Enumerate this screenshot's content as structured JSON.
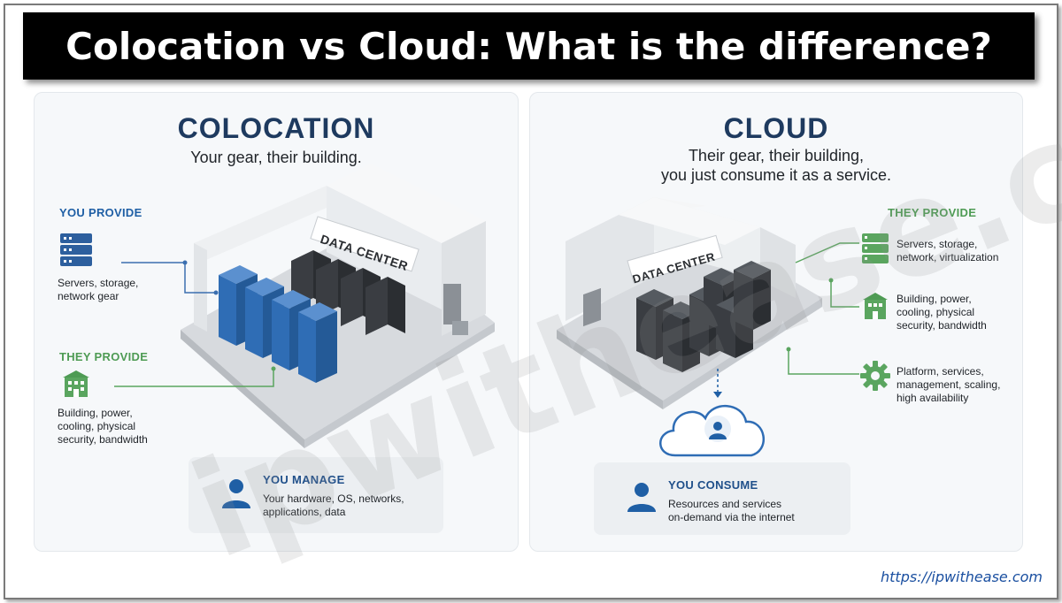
{
  "title": "Colocation vs Cloud: What is the difference?",
  "watermark": "ipwithease.com",
  "footer_url": "https://ipwithease.com",
  "colors": {
    "title_bg": "#000000",
    "heading_blue": "#1e3a5f",
    "accent_blue": "#1f5fa5",
    "accent_green": "#4e9b54",
    "rack_blue": "#2f6db5",
    "rack_dark": "#3a3d42"
  },
  "colocation": {
    "heading": "COLOCATION",
    "subtitle": "Your gear, their building.",
    "building_sign": "DATA CENTER",
    "you_provide": {
      "label": "YOU PROVIDE",
      "icon": "server-stack-icon",
      "text_line1": "Servers, storage,",
      "text_line2": "network gear"
    },
    "they_provide": {
      "label": "THEY PROVIDE",
      "icon": "building-icon",
      "text_line1": "Building, power,",
      "text_line2": "cooling, physical",
      "text_line3": "security, bandwidth"
    },
    "card": {
      "icon": "user-icon",
      "title": "YOU MANAGE",
      "text_line1": "Your hardware, OS, networks,",
      "text_line2": "applications, data"
    }
  },
  "cloud": {
    "heading": "CLOUD",
    "subtitle_line1": "Their gear, their building,",
    "subtitle_line2": "you just consume it as a service.",
    "building_sign": "DATA CENTER",
    "they_provide": {
      "label": "THEY PROVIDE",
      "items": [
        {
          "icon": "server-stack-icon",
          "line1": "Servers, storage,",
          "line2": "network, virtualization",
          "line3": ""
        },
        {
          "icon": "building-icon",
          "line1": "Building, power,",
          "line2": "cooling, physical",
          "line3": "security, bandwidth"
        },
        {
          "icon": "gear-icon",
          "line1": "Platform, services,",
          "line2": "management, scaling,",
          "line3": "high availability"
        }
      ]
    },
    "card": {
      "icon": "user-icon",
      "title": "YOU CONSUME",
      "text_line1": "Resources and services",
      "text_line2": "on-demand via the internet"
    }
  }
}
